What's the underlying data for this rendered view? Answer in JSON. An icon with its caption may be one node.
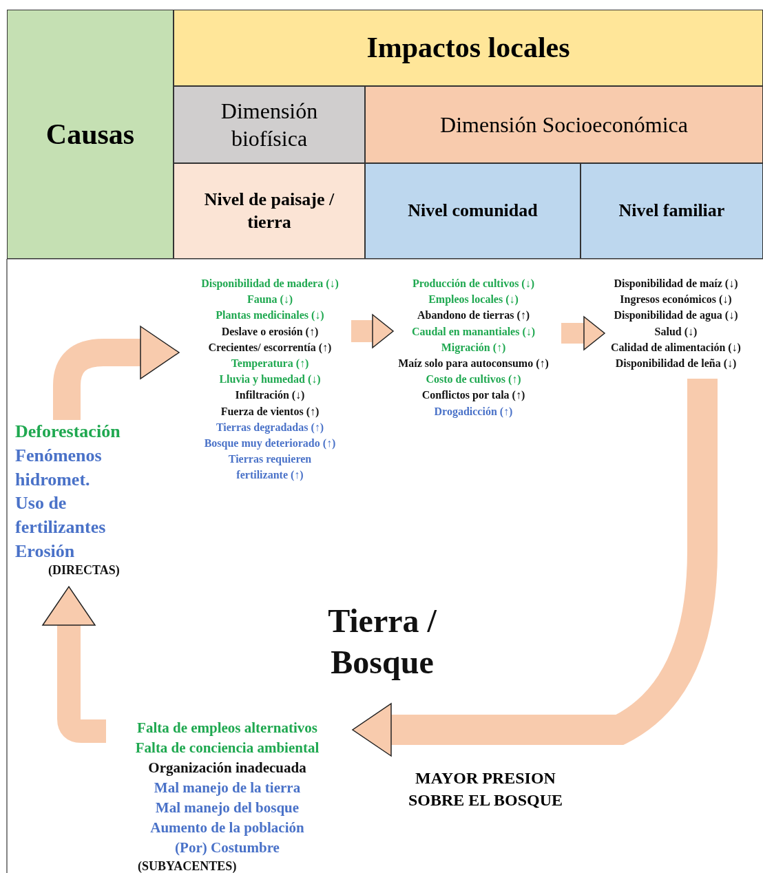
{
  "diagram": {
    "nodes": [
      {
        "text": [
          "Causas"
        ]
      },
      {
        "text": [
          "Impactos locales"
        ]
      },
      {
        "text": [
          "Dimensión biofísica"
        ]
      },
      {
        "text": [
          "Dimensión Socioeconómica"
        ]
      },
      {
        "text": [
          "Nivel de paisaje / tierra"
        ]
      },
      {
        "text": [
          "Nivel comunidad"
        ]
      },
      {
        "text": [
          "Nivel familiar"
        ]
      },
      {
        "text": [
          "Disponibilidad de madera (↓)",
          "Fauna (↓)",
          "Plantas medicinales (↓)",
          "Deslave o erosión (↑)",
          "Crecientes/ escorrentía (↑)",
          "Temperatura (↑)",
          "Lluvia y humedad (↓)",
          "Infiltración (↓)",
          "Fuerza de vientos (↑)",
          "Tierras degradadas (↑)",
          "Bosque muy deteriorado (↑)",
          "Tierras requieren fertilizante (↑)"
        ]
      },
      {
        "text": [
          "Producción de cultivos (↓)",
          "Empleos locales (↓)",
          "Abandono de tierras (↑)",
          "Caudal en manantiales (↓)",
          "Migración (↑)",
          "Maíz solo para autoconsumo (↑)",
          "Costo de cultivos (↑)",
          "Conflictos por tala (↑)",
          "Drogadicción (↑)"
        ]
      },
      {
        "text": [
          "Disponibilidad de maíz (↓)",
          "Ingresos económicos (↓)",
          "Disponibilidad de agua (↓)",
          "Salud (↓)",
          "Calidad de alimentación (↓)",
          "Disponibilidad de leña (↓)"
        ]
      },
      {
        "text": [
          "Deforestación",
          "Fenómenos hidromet.",
          "Uso de fertilizantes",
          "Erosión"
        ],
        "beside": [
          "(DIRECTAS)"
        ]
      },
      {
        "text": [
          "Falta de empleos alternativos",
          "Falta de conciencia ambiental",
          "Organización inadecuada",
          "Mal manejo de la tierra",
          "Mal manejo del bosque",
          "Aumento de la población",
          "(Por) Costumbre"
        ],
        "beside": [
          "(SUBYACENTES)"
        ]
      }
    ],
    "edges": [
      {
        "from": 10,
        "to": 7,
        "arrow": "to"
      },
      {
        "from": 7,
        "to": 8,
        "arrow": "to"
      },
      {
        "from": 8,
        "to": 9,
        "arrow": "to"
      },
      {
        "from": 9,
        "to": 11,
        "arrow": "to",
        "label": "MAYOR PRESION SOBRE EL BOSQUE"
      },
      {
        "from": 11,
        "to": 10,
        "arrow": "to"
      }
    ],
    "labels": [
      "Tierra / Bosque"
    ]
  }
}
